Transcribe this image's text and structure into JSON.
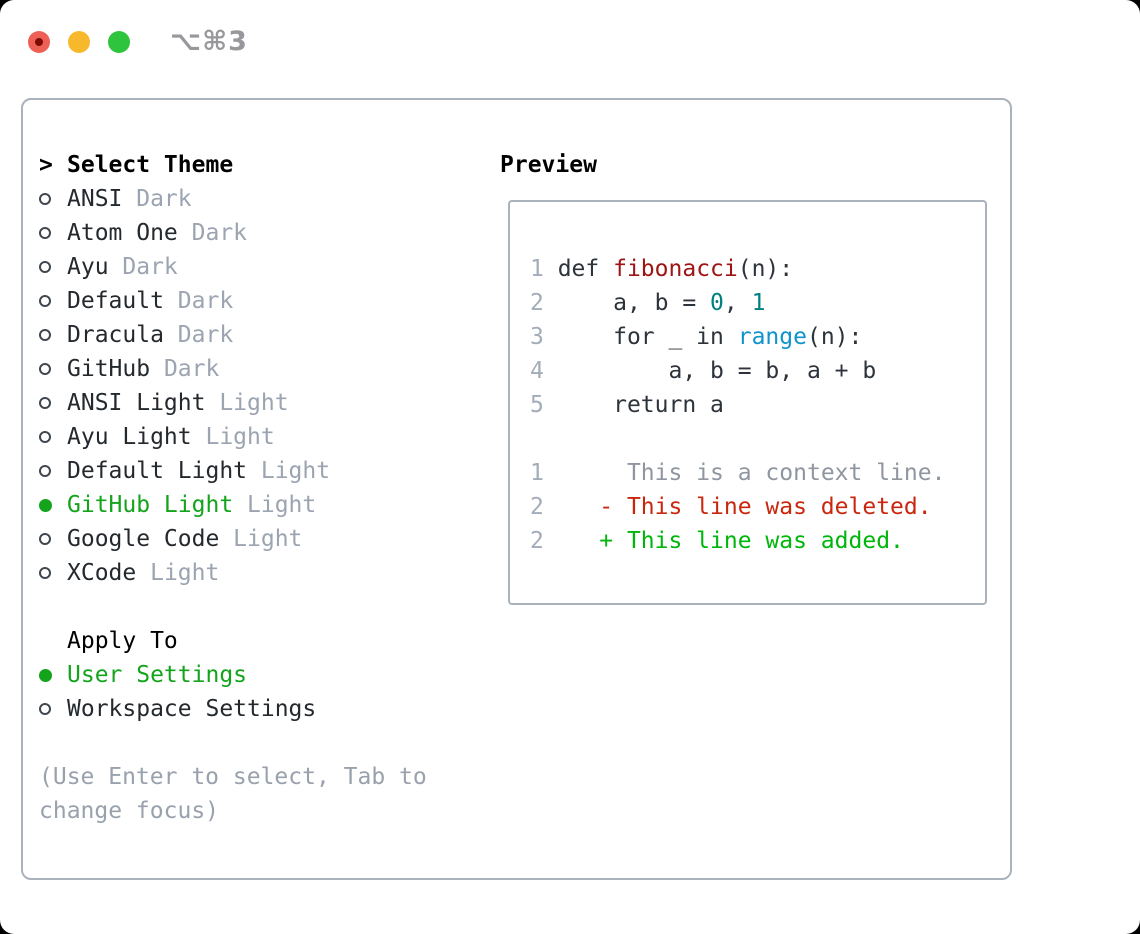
{
  "window": {
    "shortcut_label": "⌥⌘3",
    "traffic_lights": {
      "close": "#ee5f55",
      "minimize": "#f7b82c",
      "zoom": "#2ec43d"
    }
  },
  "theme_picker": {
    "header_marker": ">",
    "header_label": "Select Theme",
    "items": [
      {
        "name": "ANSI",
        "tag": "Dark",
        "selected": false
      },
      {
        "name": "Atom One",
        "tag": "Dark",
        "selected": false
      },
      {
        "name": "Ayu",
        "tag": "Dark",
        "selected": false
      },
      {
        "name": "Default",
        "tag": "Dark",
        "selected": false
      },
      {
        "name": "Dracula",
        "tag": "Dark",
        "selected": false
      },
      {
        "name": "GitHub",
        "tag": "Dark",
        "selected": false
      },
      {
        "name": "ANSI Light",
        "tag": "Light",
        "selected": false
      },
      {
        "name": "Ayu Light",
        "tag": "Light",
        "selected": false
      },
      {
        "name": "Default Light",
        "tag": "Light",
        "selected": false
      },
      {
        "name": "GitHub Light",
        "tag": "Light",
        "selected": true
      },
      {
        "name": "Google Code",
        "tag": "Light",
        "selected": false
      },
      {
        "name": "XCode",
        "tag": "Light",
        "selected": false
      }
    ],
    "apply_to_label": "Apply To",
    "apply_options": [
      {
        "name": "User Settings",
        "selected": true
      },
      {
        "name": "Workspace Settings",
        "selected": false
      }
    ],
    "hint": "(Use Enter to select, Tab to change focus)"
  },
  "preview": {
    "title": "Preview",
    "code_lines": [
      {
        "num": "1",
        "parts": [
          {
            "t": " def "
          },
          {
            "t": "fibonacci",
            "c": "func"
          },
          {
            "t": "(n):"
          }
        ]
      },
      {
        "num": "2",
        "parts": [
          {
            "t": "     a, b = "
          },
          {
            "t": "0",
            "c": "num"
          },
          {
            "t": ", "
          },
          {
            "t": "1",
            "c": "num"
          }
        ]
      },
      {
        "num": "3",
        "parts": [
          {
            "t": "     for _ in "
          },
          {
            "t": "range",
            "c": "builtin"
          },
          {
            "t": "(n):"
          }
        ]
      },
      {
        "num": "4",
        "parts": [
          {
            "t": "         a, b = b, a + b"
          }
        ]
      },
      {
        "num": "5",
        "parts": [
          {
            "t": "     return a"
          }
        ]
      },
      {
        "num": "",
        "parts": []
      },
      {
        "num": "1",
        "parts": [
          {
            "t": "      "
          },
          {
            "t": "This is a context line.",
            "c": "context"
          }
        ]
      },
      {
        "num": "2",
        "parts": [
          {
            "t": "    "
          },
          {
            "t": "- This line was deleted.",
            "c": "deleted"
          }
        ]
      },
      {
        "num": "2",
        "parts": [
          {
            "t": "    "
          },
          {
            "t": "+ This line was added.",
            "c": "added"
          }
        ]
      }
    ]
  },
  "colors": {
    "selection_green": "#13a41c",
    "added_green": "#00b60b",
    "deleted_red": "#c9260e",
    "function_red": "#9e1313",
    "number_teal": "#008080",
    "builtin_blue": "#0f93cd",
    "line_number_gray": "#a3acb9",
    "tag_gray": "#9ba4b0",
    "border_gray": "#aab2bc"
  }
}
